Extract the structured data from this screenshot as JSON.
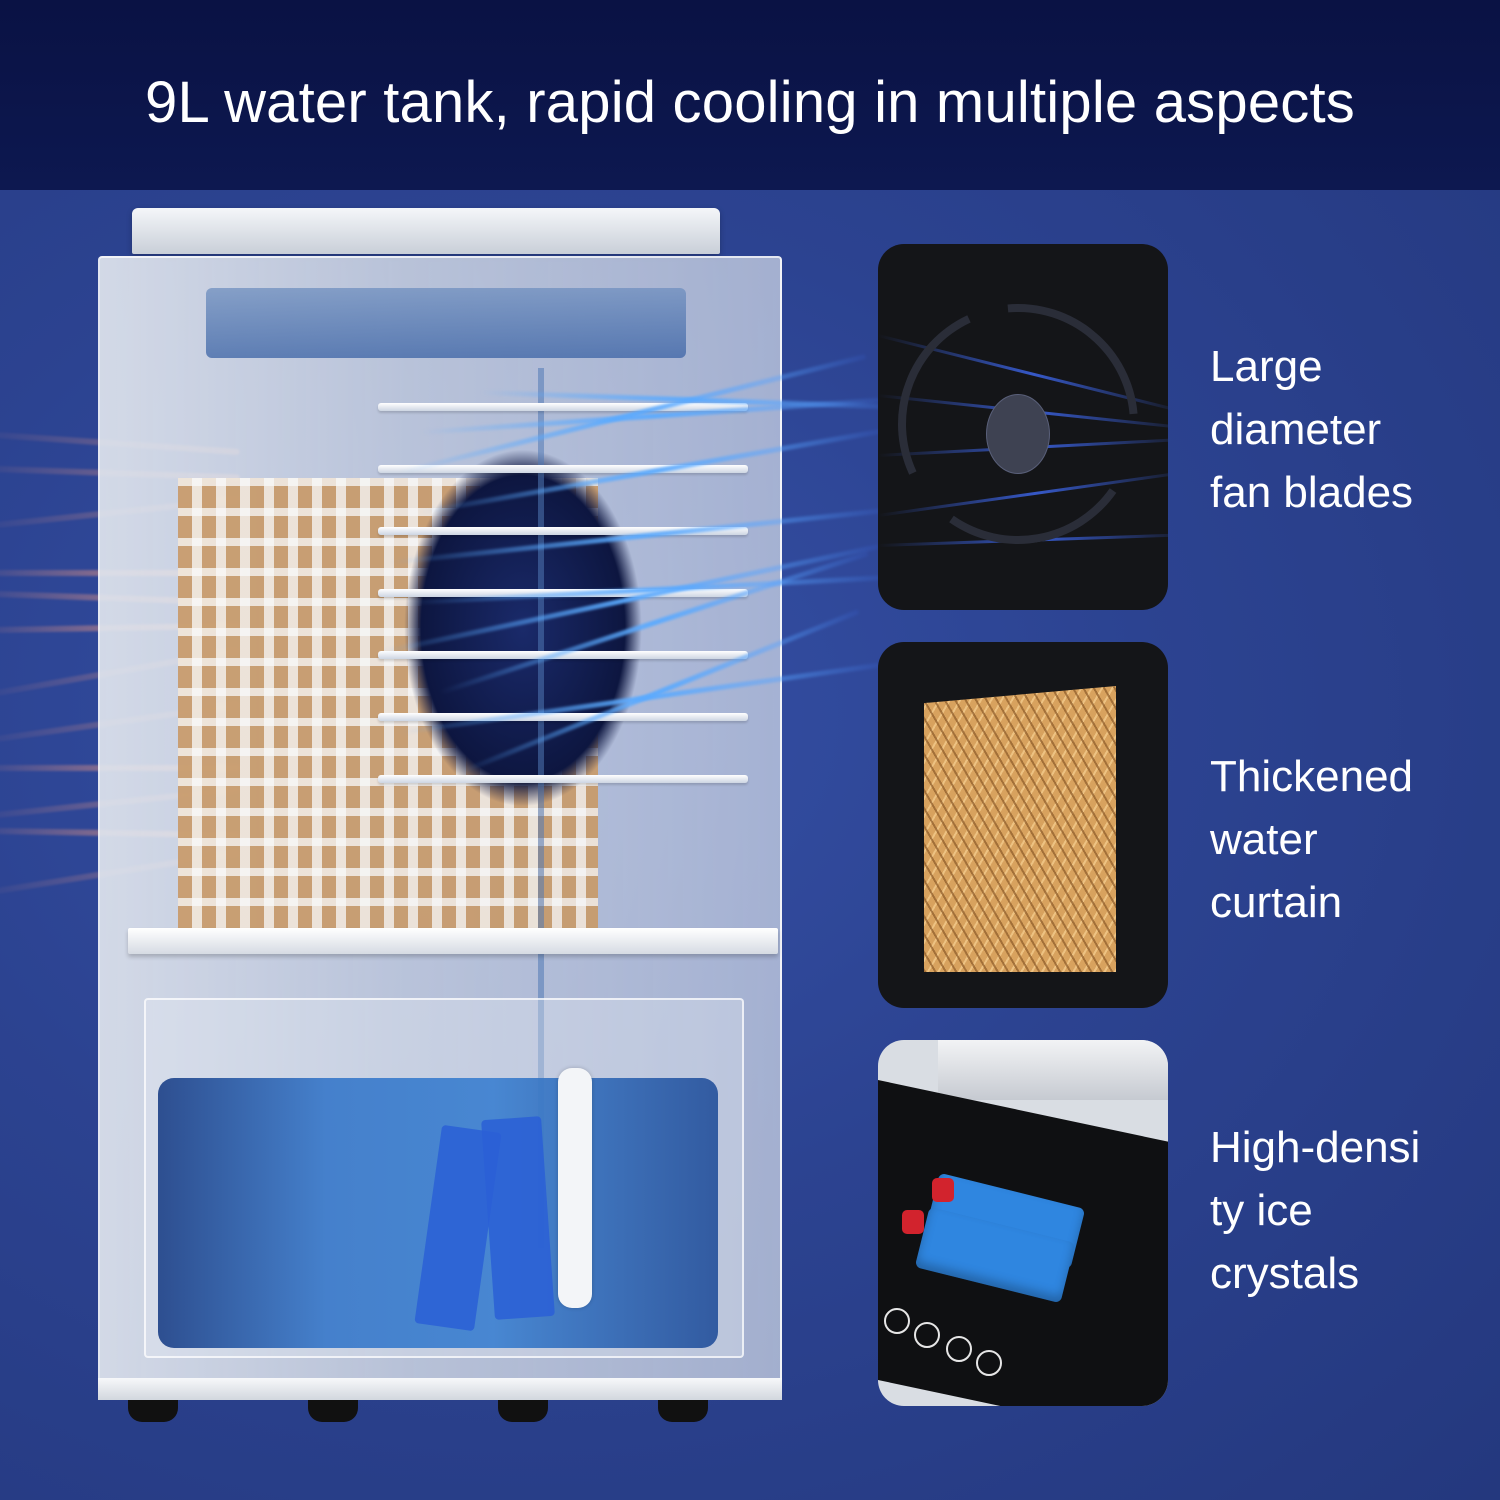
{
  "header": {
    "title": "9L water tank, rapid cooling in multiple aspects"
  },
  "colors": {
    "header_bg": "#0b1448",
    "stage_bg": "#2c4391",
    "warm_air": "#ff9f86",
    "cold_air": "#5aa6ff",
    "curtain_pad": "#d8a25e",
    "ice_pack": "#2f86e0",
    "ice_cap": "#d2232d",
    "text": "#ffffff"
  },
  "product": {
    "image": "evaporative-air-cooler-cutaway",
    "capacity": "9L"
  },
  "features": [
    {
      "id": "fan",
      "icon": "fan-blade-icon",
      "label_lines": [
        "Large",
        "diameter",
        "fan blades"
      ]
    },
    {
      "id": "curtain",
      "icon": "water-curtain-icon",
      "label_lines": [
        "Thickened",
        "water",
        "curtain"
      ]
    },
    {
      "id": "ice",
      "icon": "ice-crystal-icon",
      "label_lines": [
        "High-densi",
        "ty ice",
        "crystals"
      ]
    }
  ]
}
